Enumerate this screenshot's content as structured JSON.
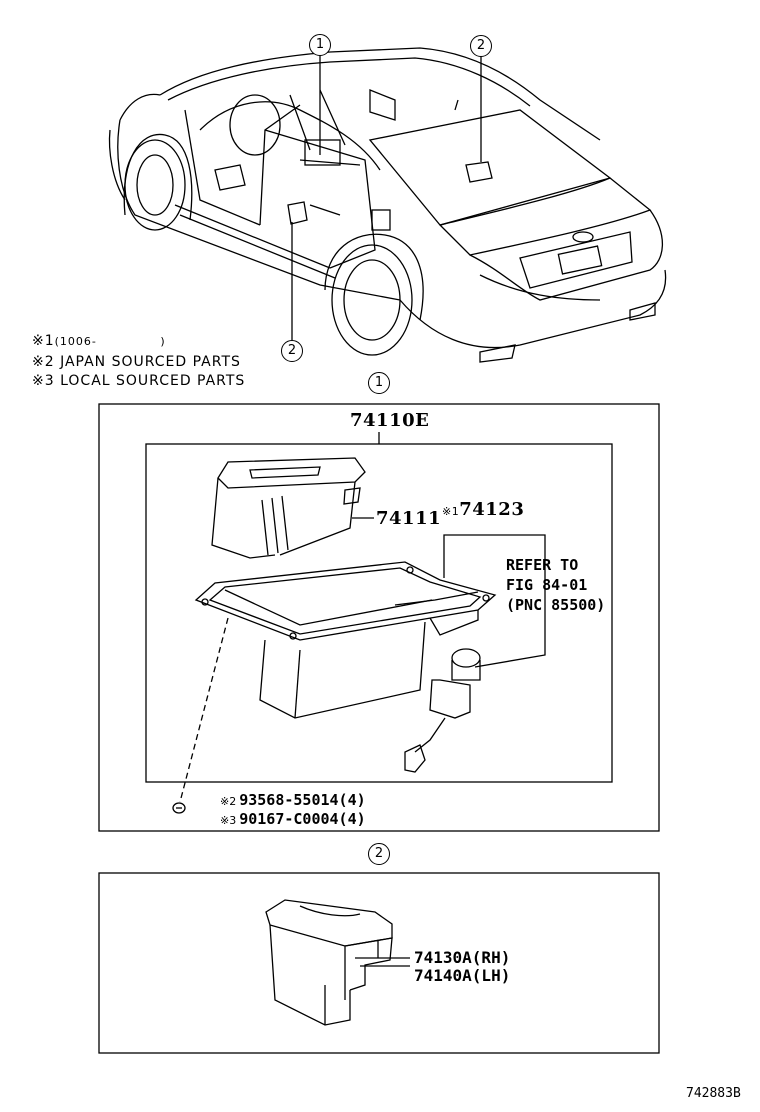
{
  "callouts": {
    "c1": "1",
    "c2_roof": "2",
    "c2_door": "2",
    "section1": "1",
    "section2": "2"
  },
  "notes": {
    "n1_mark": "※1",
    "n1_text": "(1006-",
    "n1_close": ")",
    "n2_mark": "※2",
    "n2_text": "JAPAN SOURCED PARTS",
    "n3_mark": "※3",
    "n3_text": "LOCAL SOURCED PARTS"
  },
  "section1": {
    "assembly": "74110E",
    "part_a": "74111",
    "part_b_mark": "※1",
    "part_b": "74123",
    "refer_line1": "REFER TO",
    "refer_line2": "FIG 84-01",
    "refer_line3": "(PNC 85500)",
    "screw1_mark": "※2",
    "screw1": "93568-55014(4)",
    "screw2_mark": "※3",
    "screw2": "90167-C0004(4)"
  },
  "section2": {
    "part_rh": "74130A(RH)",
    "part_lh": "74140A(LH)"
  },
  "figure_id": "742883B"
}
